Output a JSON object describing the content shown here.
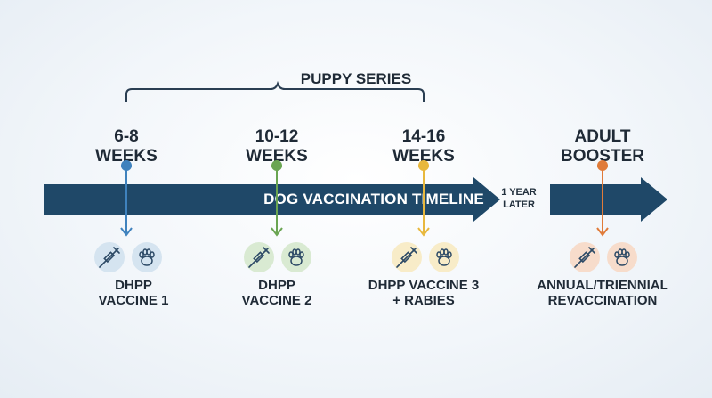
{
  "series_bracket": {
    "label": "PUPPY SERIES"
  },
  "timeline": {
    "title": "DOG VACCINATION TIMELINE",
    "gap_label_line1": "1 YEAR",
    "gap_label_line2": "LATER"
  },
  "stages": [
    {
      "top_line1": "6-8",
      "top_line2": "WEEKS",
      "bottom_line1": "DHPP",
      "bottom_line2": "VACCINE 1",
      "color": "#3f82bd",
      "tint": "#d5e4f0",
      "icons": [
        "syringe-icon",
        "paw-icon"
      ]
    },
    {
      "top_line1": "10-12",
      "top_line2": "WEEKS",
      "bottom_line1": "DHPP",
      "bottom_line2": "VACCINE 2",
      "color": "#6aa552",
      "tint": "#d9ead2",
      "icons": [
        "syringe-icon",
        "paw-icon"
      ]
    },
    {
      "top_line1": "14-16",
      "top_line2": "WEEKS",
      "bottom_line1": "DHPP VACCINE 3",
      "bottom_line2": "+ RABIES",
      "color": "#e8b83e",
      "tint": "#f8ecc8",
      "icons": [
        "syringe-icon",
        "paw-icon"
      ]
    },
    {
      "top_line1": "ADULT",
      "top_line2": "BOOSTER",
      "bottom_line1": "ANNUAL/TRIENNIAL",
      "bottom_line2": "REVACCINATION",
      "color": "#e07b39",
      "tint": "#f7dccb",
      "icons": [
        "syringe-icon",
        "paw-icon"
      ]
    }
  ],
  "colors": {
    "arrow": "#1f4868",
    "text": "#1f2a36",
    "bracket": "#2a3e52"
  }
}
